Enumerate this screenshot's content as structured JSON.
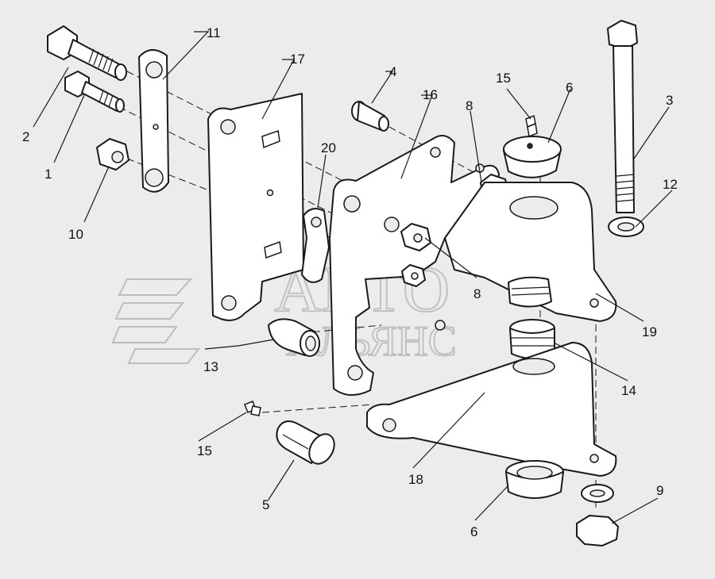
{
  "watermark": {
    "line1": "АВТО",
    "line2": "АЛЬЯНС"
  },
  "callouts": [
    {
      "id": "c1",
      "text": "1"
    },
    {
      "id": "c2",
      "text": "2"
    },
    {
      "id": "c3",
      "text": "3"
    },
    {
      "id": "c4",
      "text": "4"
    },
    {
      "id": "c5",
      "text": "5"
    },
    {
      "id": "c6a",
      "text": "6"
    },
    {
      "id": "c6b",
      "text": "6"
    },
    {
      "id": "c8a",
      "text": "8"
    },
    {
      "id": "c8b",
      "text": "8"
    },
    {
      "id": "c9",
      "text": "9"
    },
    {
      "id": "c10",
      "text": "10"
    },
    {
      "id": "c11",
      "text": "11"
    },
    {
      "id": "c12",
      "text": "12"
    },
    {
      "id": "c13",
      "text": "13"
    },
    {
      "id": "c14",
      "text": "14"
    },
    {
      "id": "c15a",
      "text": "15"
    },
    {
      "id": "c15b",
      "text": "15"
    },
    {
      "id": "c16",
      "text": "16"
    },
    {
      "id": "c17",
      "text": "17"
    },
    {
      "id": "c18",
      "text": "18"
    },
    {
      "id": "c19",
      "text": "19"
    },
    {
      "id": "c20",
      "text": "20"
    }
  ]
}
